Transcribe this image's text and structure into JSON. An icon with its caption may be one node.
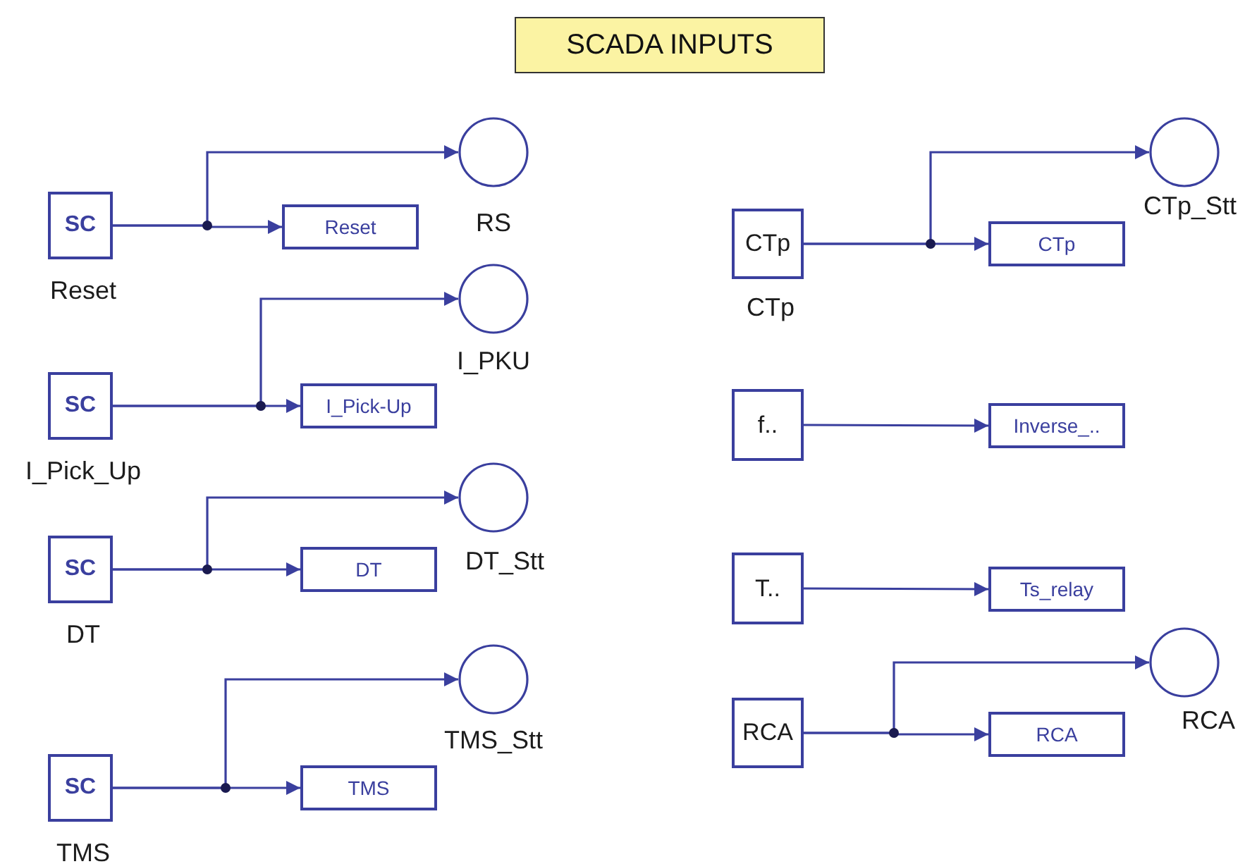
{
  "diagram": {
    "title": "SCADA INPUTS",
    "nodes": [
      {
        "text": [
          "SC"
        ],
        "beside": [
          "Reset"
        ]
      },
      {
        "text": [],
        "shape": "circle",
        "beside": [
          "RS"
        ]
      },
      {
        "text": [
          "Reset"
        ]
      },
      {
        "text": [
          "SC"
        ],
        "beside": [
          "I_Pick_Up"
        ]
      },
      {
        "text": [],
        "shape": "circle",
        "beside": [
          "I_PKU"
        ]
      },
      {
        "text": [
          "I_Pick-Up"
        ]
      },
      {
        "text": [
          "SC"
        ],
        "beside": [
          "DT"
        ]
      },
      {
        "text": [],
        "shape": "circle",
        "beside": [
          "DT_Stt"
        ]
      },
      {
        "text": [
          "DT"
        ]
      },
      {
        "text": [
          "SC"
        ],
        "beside": [
          "TMS"
        ]
      },
      {
        "text": [],
        "shape": "circle",
        "beside": [
          "TMS_Stt"
        ]
      },
      {
        "text": [
          "TMS"
        ]
      },
      {
        "text": [
          "CTp"
        ],
        "beside": [
          "CTp"
        ]
      },
      {
        "text": [],
        "shape": "circle",
        "beside": [
          "CTp_Stt"
        ]
      },
      {
        "text": [
          "CTp"
        ]
      },
      {
        "text": [
          "f.."
        ]
      },
      {
        "text": [
          "Inverse_.."
        ]
      },
      {
        "text": [
          "T.."
        ]
      },
      {
        "text": [
          "Ts_relay"
        ]
      },
      {
        "text": [
          "RCA"
        ]
      },
      {
        "text": [],
        "shape": "circle",
        "beside": [
          "RCA"
        ]
      },
      {
        "text": [
          "RCA"
        ]
      }
    ],
    "edges": [
      {
        "from": 0,
        "to": 1,
        "arrow": "to"
      },
      {
        "from": 0,
        "to": 2,
        "arrow": "to"
      },
      {
        "from": 3,
        "to": 4,
        "arrow": "to"
      },
      {
        "from": 3,
        "to": 5,
        "arrow": "to"
      },
      {
        "from": 6,
        "to": 7,
        "arrow": "to"
      },
      {
        "from": 6,
        "to": 8,
        "arrow": "to"
      },
      {
        "from": 9,
        "to": 10,
        "arrow": "to"
      },
      {
        "from": 9,
        "to": 11,
        "arrow": "to"
      },
      {
        "from": 12,
        "to": 13,
        "arrow": "to"
      },
      {
        "from": 12,
        "to": 14,
        "arrow": "to"
      },
      {
        "from": 15,
        "to": 16,
        "arrow": "to"
      },
      {
        "from": 17,
        "to": 18,
        "arrow": "to"
      },
      {
        "from": 19,
        "to": 20,
        "arrow": "to"
      },
      {
        "from": 19,
        "to": 21,
        "arrow": "to"
      }
    ]
  }
}
